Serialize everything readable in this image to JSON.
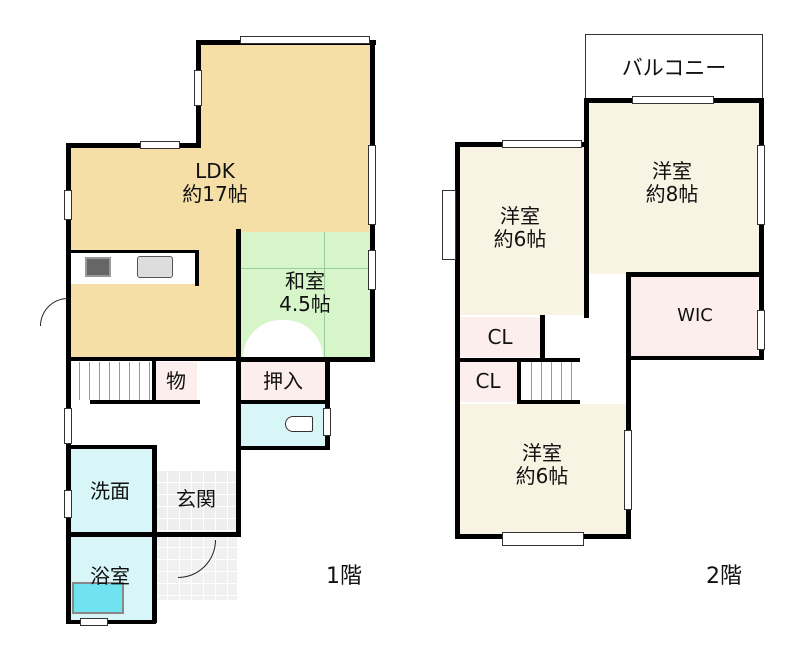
{
  "floor1": {
    "label": "1階",
    "rooms": {
      "ldk": {
        "name": "LDK",
        "size": "約17帖",
        "color": "#f5dfa7"
      },
      "washitsu": {
        "name": "和室",
        "size": "4.5帖",
        "color": "#d6f5c8"
      },
      "storage": {
        "name": "物",
        "color": "#fdeeee"
      },
      "oshiire": {
        "name": "押入",
        "color": "#fdeeee"
      },
      "toilet": {
        "color": "#d8f6f8"
      },
      "senmen": {
        "name": "洗面",
        "color": "#d8f6f8"
      },
      "genkan": {
        "name": "玄関"
      },
      "yokushitsu": {
        "name": "浴室",
        "color": "#d8f6f8"
      }
    }
  },
  "floor2": {
    "label": "2階",
    "rooms": {
      "balcony": {
        "name": "バルコニー"
      },
      "yoshitsu8": {
        "name": "洋室",
        "size": "約8帖",
        "color": "#f8f3e3"
      },
      "yoshitsu6a": {
        "name": "洋室",
        "size": "約6帖",
        "color": "#f8f3e3"
      },
      "cl1": {
        "name": "CL",
        "color": "#fdeeee"
      },
      "cl2": {
        "name": "CL",
        "color": "#fdeeee"
      },
      "wic": {
        "name": "WIC",
        "color": "#fdeeee"
      },
      "yoshitsu6b": {
        "name": "洋室",
        "size": "約6帖",
        "color": "#f8f3e3"
      }
    }
  }
}
